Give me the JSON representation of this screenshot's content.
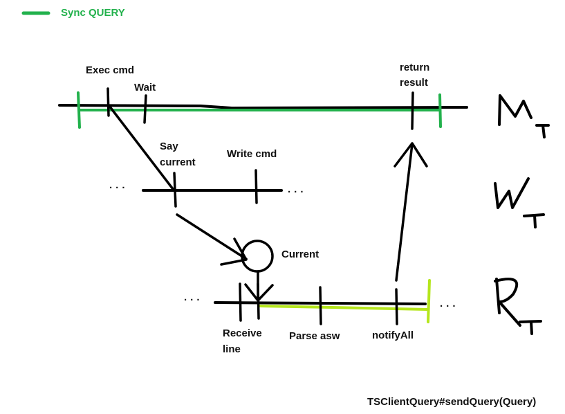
{
  "colors": {
    "sync": "#22b14c",
    "sync_lime": "#b5e61d",
    "ink": "#000000"
  },
  "legend": {
    "label": "Sync QUERY"
  },
  "labels": {
    "exec_cmd": "Exec cmd",
    "wait": "Wait",
    "return_result_1": "return",
    "return_result_2": "result",
    "say_current_1": "Say",
    "say_current_2": "current",
    "write_cmd": "Write cmd",
    "current": "Current",
    "receive_line_1": "Receive",
    "receive_line_2": "line",
    "parse_asw": "Parse asw",
    "notify_all": "notifyAll",
    "signature": "TSClientQuery#sendQuery(Query)"
  },
  "threads": {
    "main": {
      "glyph": "M",
      "sub": "T"
    },
    "writer": {
      "glyph": "W",
      "sub": "T"
    },
    "reader": {
      "glyph": "R",
      "sub": "T"
    }
  },
  "ellipsis": "· · ·"
}
